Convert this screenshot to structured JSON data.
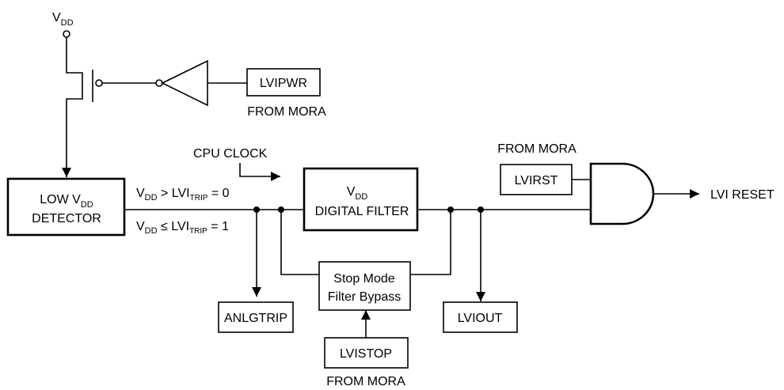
{
  "vdd_source": {
    "main": "V",
    "sub": "DD"
  },
  "lvipwr": {
    "label": "LVIPWR",
    "note": "FROM MORA"
  },
  "detector": {
    "line1_main": "LOW V",
    "line1_sub": "DD",
    "line2": "DETECTOR"
  },
  "condition_high": {
    "v": "V",
    "v_sub": "DD",
    "op": " > LVI",
    "trip_sub": "TRIP",
    "value": " = 0"
  },
  "condition_low": {
    "v": "V",
    "v_sub": "DD",
    "op": " ≤ LVI",
    "trip_sub": "TRIP",
    "value": " = 1"
  },
  "cpu_clock": "CPU CLOCK",
  "digital_filter": {
    "line1_main": "V",
    "line1_sub": "DD",
    "line2": "DIGITAL FILTER"
  },
  "stop_mode": {
    "line1": "Stop Mode",
    "line2": "Filter Bypass"
  },
  "lvistop": {
    "label": "LVISTOP",
    "note": "FROM MORA"
  },
  "anlgtrip": "ANLGTRIP",
  "lviout": "LVIOUT",
  "lvirst": {
    "label": "LVIRST",
    "note": "FROM MORA"
  },
  "output": "LVI RESET"
}
